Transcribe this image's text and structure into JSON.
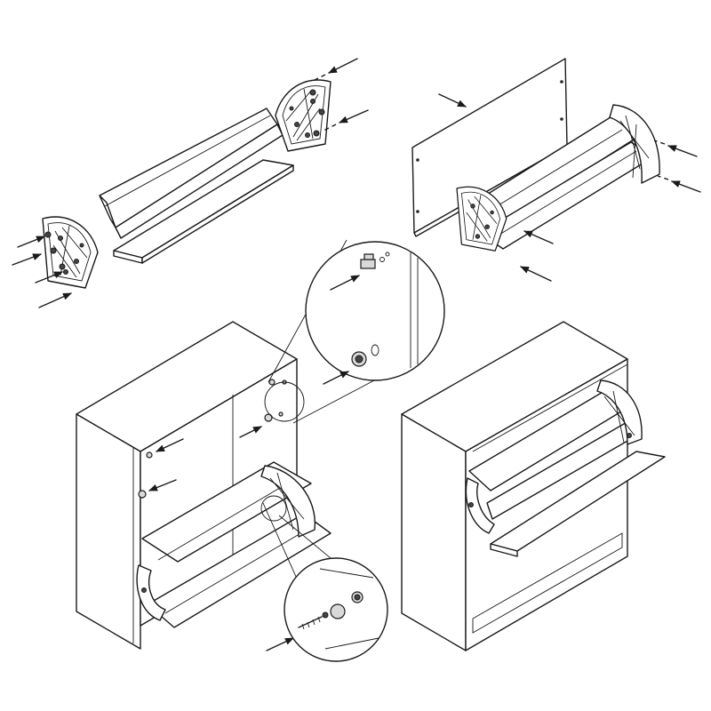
{
  "diagram": {
    "kind": "assembly-instructions",
    "steps": [
      {
        "id": "step-1",
        "description_hidden": true
      },
      {
        "id": "step-2",
        "description_hidden": true
      },
      {
        "id": "step-3",
        "description_hidden": true
      },
      {
        "id": "step-4",
        "description_hidden": true
      }
    ],
    "colors": {
      "line": "#1a1a1a",
      "fill": "#ffffff",
      "shade": "#d9d9d9",
      "dark": "#444444"
    },
    "icons": [
      "arrow-icon",
      "screw-icon",
      "cam-lock-icon",
      "dowel-icon",
      "hinge-bracket-icon"
    ]
  }
}
